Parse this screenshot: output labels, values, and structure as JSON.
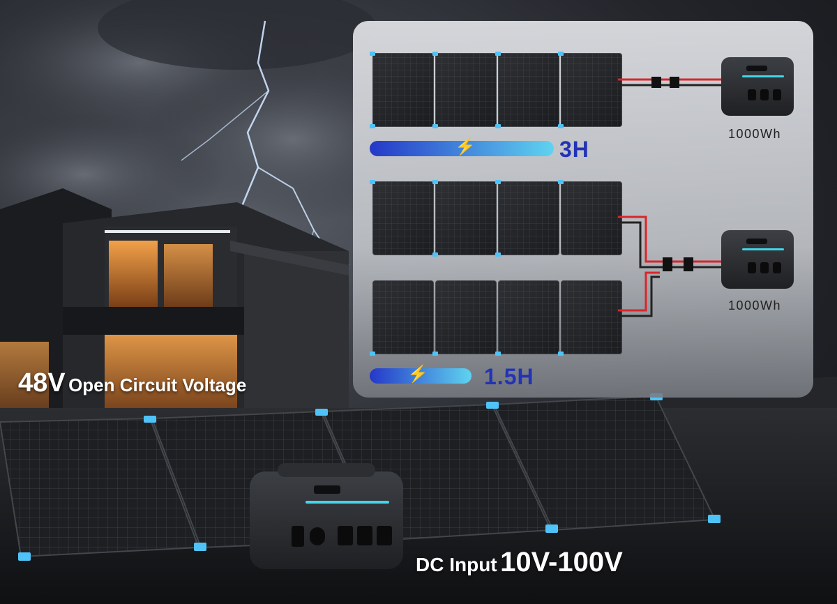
{
  "info_card": {
    "row1": {
      "time": "3H",
      "capacity": "1000Wh"
    },
    "row2": {
      "time": "1.5H",
      "capacity": "1000Wh"
    }
  },
  "captions": {
    "voltage_value": "48V",
    "voltage_text": "Open Circuit Voltage",
    "dc_text": "DC Input",
    "dc_value": "10V-100V"
  },
  "colors": {
    "accent_blue": "#2233b5",
    "clip_cyan": "#4fc3f7",
    "bar_gradient_start": "#2538c8",
    "bar_gradient_end": "#5fd3f0",
    "cable_red": "#d8262b"
  },
  "icons": [
    "lightning-bolt-icon"
  ]
}
